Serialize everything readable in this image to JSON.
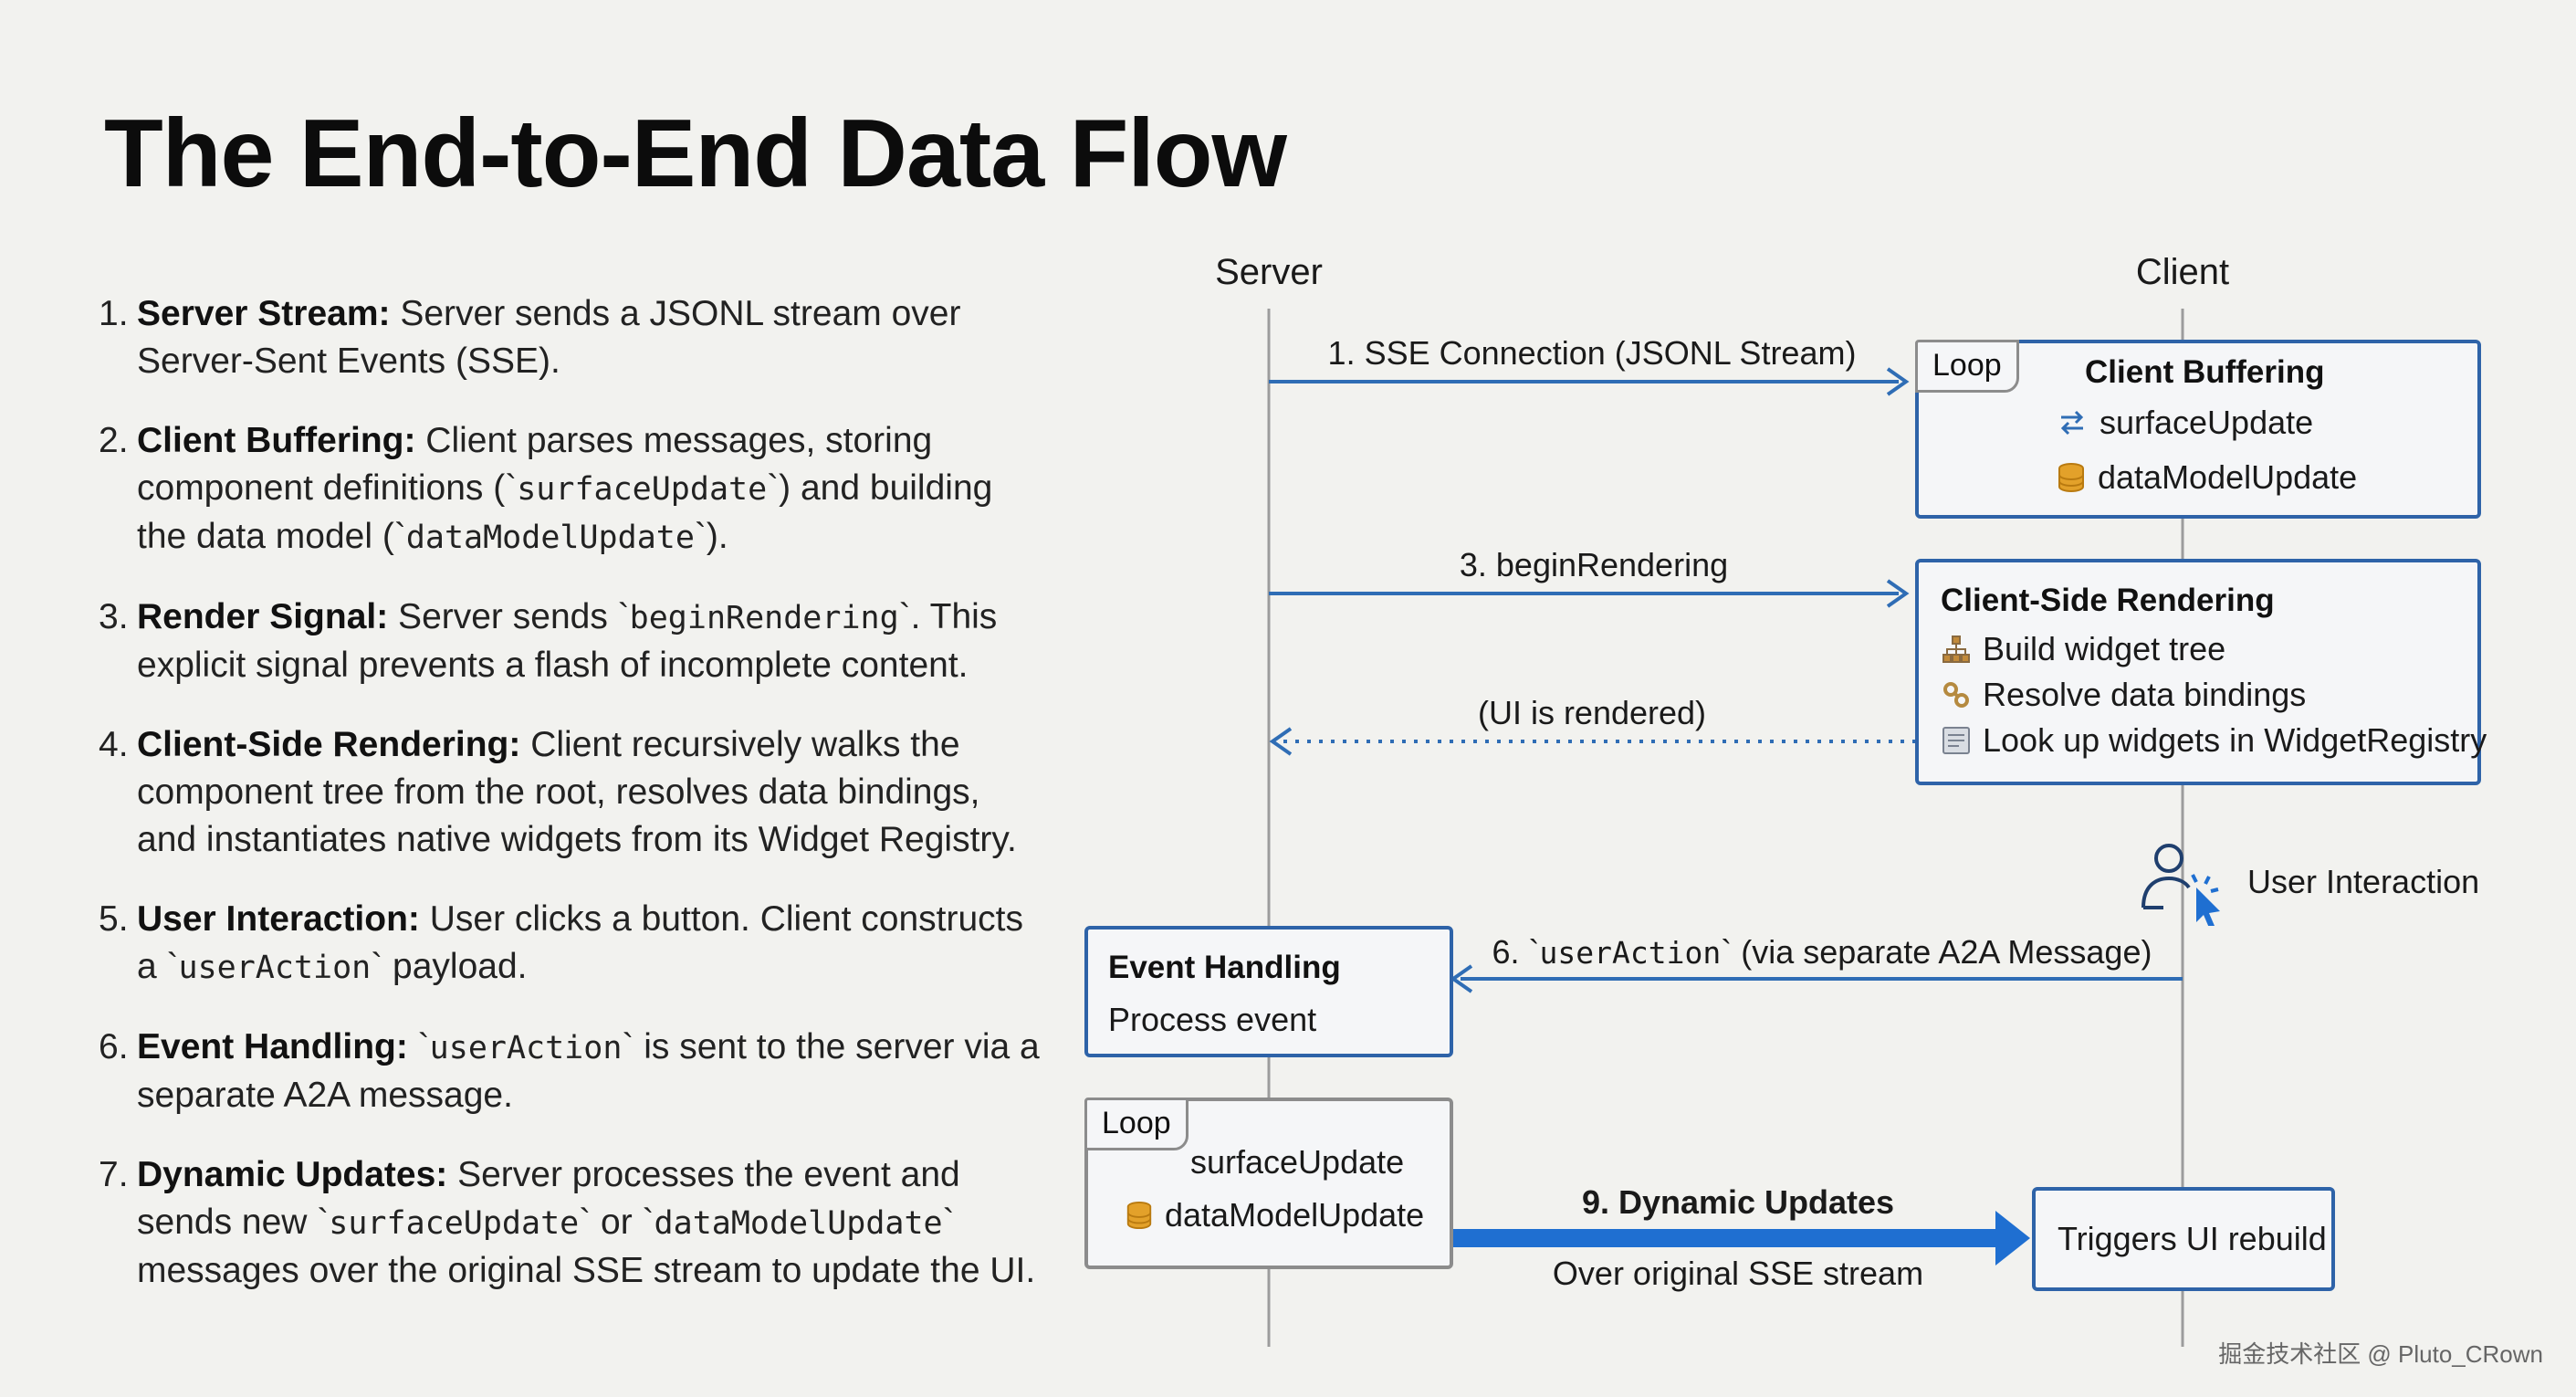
{
  "title": "The End-to-End Data Flow",
  "steps": [
    {
      "num": "1.",
      "head": "Server Stream:",
      "parts": [
        {
          "text": " Server sends a JSONL stream over Server-Sent Events (SSE)."
        }
      ]
    },
    {
      "num": "2.",
      "head": "Client Buffering:",
      "parts": [
        {
          "text": " Client parses messages, storing component definitions (`"
        },
        {
          "text": "surfaceUpdate",
          "code": true
        },
        {
          "text": "`) and building the data model (`"
        },
        {
          "text": "dataModelUpdate",
          "code": true
        },
        {
          "text": "`)."
        }
      ]
    },
    {
      "num": "3.",
      "head": "Render Signal:",
      "parts": [
        {
          "text": " Server sends `"
        },
        {
          "text": "beginRendering",
          "code": true
        },
        {
          "text": "`. This explicit signal prevents a flash of incomplete content."
        }
      ]
    },
    {
      "num": "4.",
      "head": "Client-Side Rendering:",
      "parts": [
        {
          "text": " Client recursively walks the component tree from the root, resolves data bindings, and instantiates native widgets from its Widget Registry."
        }
      ]
    },
    {
      "num": "5.",
      "head": "User Interaction:",
      "parts": [
        {
          "text": " User clicks a button. Client constructs a `"
        },
        {
          "text": "userAction",
          "code": true
        },
        {
          "text": "` payload."
        }
      ]
    },
    {
      "num": "6.",
      "head": "Event Handling:",
      "parts": [
        {
          "text": " `"
        },
        {
          "text": "userAction",
          "code": true
        },
        {
          "text": "` is sent to the server via a separate A2A message."
        }
      ]
    },
    {
      "num": "7.",
      "head": "Dynamic Updates:",
      "parts": [
        {
          "text": " Server processes the event and sends new `"
        },
        {
          "text": "surfaceUpdate",
          "code": true
        },
        {
          "text": "` or `"
        },
        {
          "text": "dataModelUpdate",
          "code": true
        },
        {
          "text": "` messages over the original SSE stream to update the UI."
        }
      ]
    }
  ],
  "diagram": {
    "server_label": "Server",
    "client_label": "Client",
    "msg_sse": "1. SSE Connection (JSONL Stream)",
    "msg_begin": "3. beginRendering",
    "msg_rendered": "(UI is rendered)",
    "msg_user_action": {
      "prefix": "6. `",
      "code": "userAction",
      "suffix": "` (via separate A2A Message)"
    },
    "msg_dynamic": "9. Dynamic Updates",
    "msg_dynamic_sub": "Over original SSE stream",
    "client_buffering": {
      "loop": "Loop",
      "title": "Client Buffering",
      "items": [
        "surfaceUpdate",
        "dataModelUpdate"
      ]
    },
    "client_rendering": {
      "title": "Client-Side Rendering",
      "items": [
        "Build widget tree",
        "Resolve data bindings",
        "Look up widgets in WidgetRegistry"
      ]
    },
    "user_interaction": "User Interaction",
    "event_handling": {
      "title": "Event Handling",
      "text": "Process event"
    },
    "server_loop": {
      "loop": "Loop",
      "items": [
        "surfaceUpdate",
        "dataModelUpdate"
      ]
    },
    "rebuild": "Triggers UI rebuild"
  },
  "watermark": "掘金技术社区 @ Pluto_CRown",
  "colors": {
    "accent": "#2e63a8",
    "arrow": "#2f6db5",
    "thick_arrow": "#1f6fd1",
    "lifeline": "#9c9c9c"
  }
}
